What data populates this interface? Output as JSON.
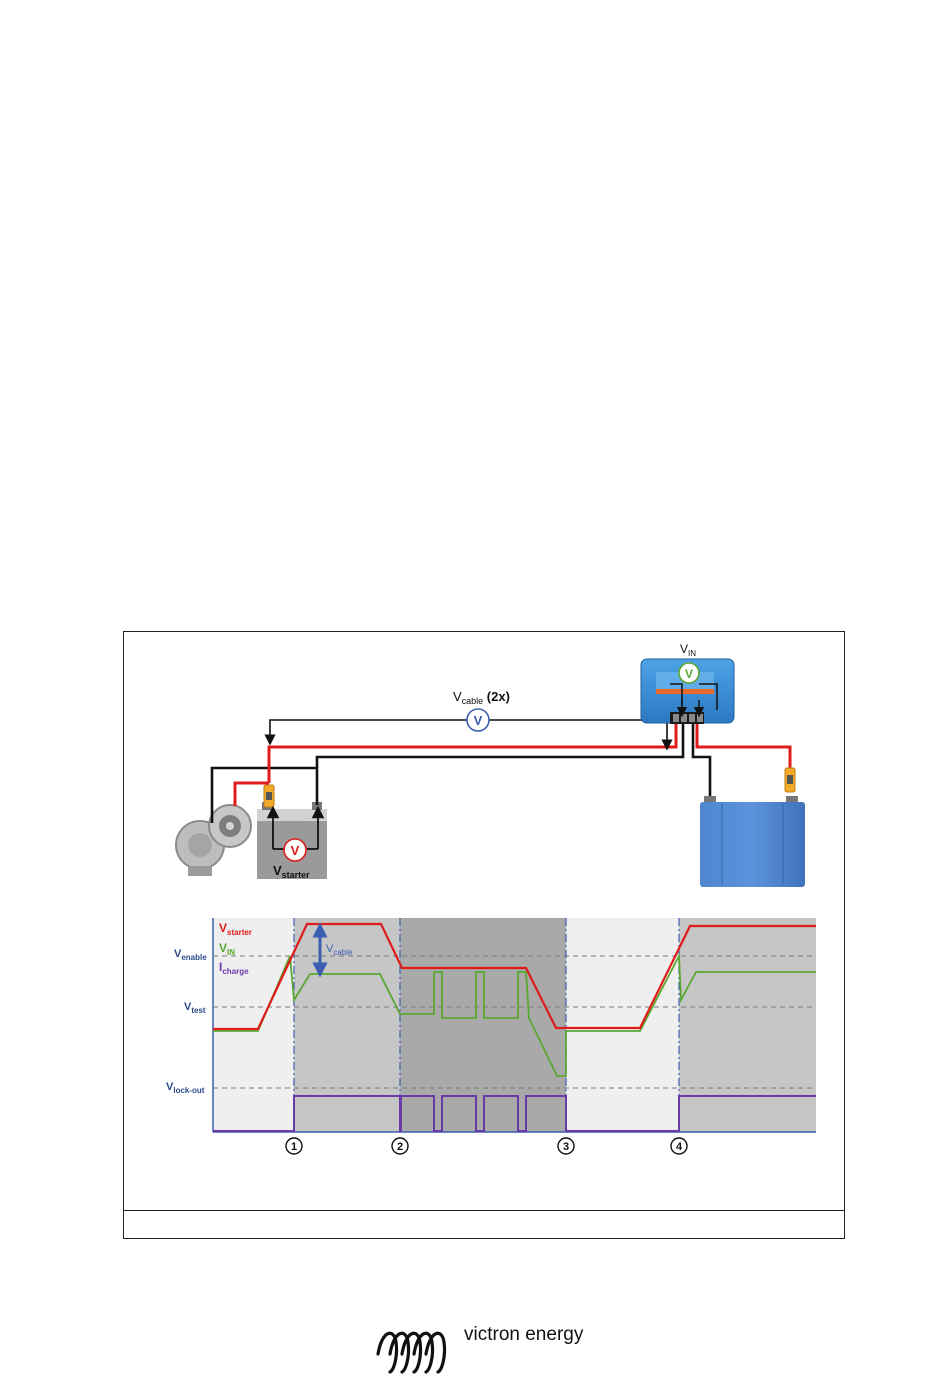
{
  "wiring": {
    "vin_label": {
      "main": "V",
      "sub": "IN"
    },
    "vcable_label": {
      "main": "V",
      "sub": "cable",
      "suffix": " (2x)"
    },
    "vstarter_label": {
      "main": "V",
      "sub": "starter"
    },
    "meter_symbol": "V"
  },
  "timing": {
    "legend": {
      "vstarter": {
        "main": "V",
        "sub": "starter",
        "color": "#e01b1b"
      },
      "vin": {
        "main": "V",
        "sub": "IN",
        "color": "#5aa832"
      },
      "icharge": {
        "main": "I",
        "sub": "charge",
        "color": "#6a3aa8"
      }
    },
    "vcable_arrow_label": {
      "main": "V",
      "sub": "cable"
    },
    "levels": {
      "venable": {
        "main": "V",
        "sub": "enable"
      },
      "vtest": {
        "main": "V",
        "sub": "test"
      },
      "vlockout": {
        "main": "V",
        "sub": "lock-out"
      }
    },
    "markers": [
      "1",
      "2",
      "3",
      "4"
    ],
    "colors": {
      "phase_dark": "#c4c4c4",
      "phase_mid": "#a8a8a8",
      "phase_light": "#eeeeee",
      "axis": "#3b5fb0"
    }
  },
  "brand": {
    "name": "victron energy"
  }
}
